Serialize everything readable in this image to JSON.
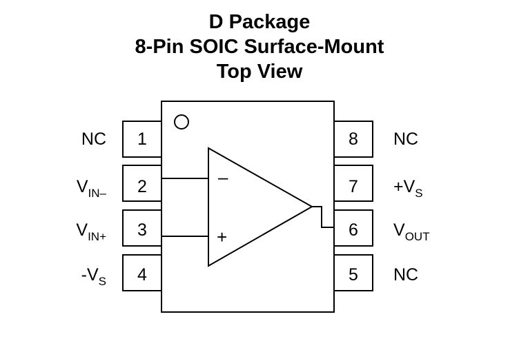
{
  "title": {
    "line1": "D Package",
    "line2": "8-Pin SOIC Surface-Mount",
    "line3": "Top View"
  },
  "pins": [
    {
      "num": "1",
      "name": "NC",
      "sub": ""
    },
    {
      "num": "2",
      "name": "V",
      "sub": "IN–"
    },
    {
      "num": "3",
      "name": "V",
      "sub": "IN+"
    },
    {
      "num": "4",
      "name": "-V",
      "sub": "S"
    },
    {
      "num": "5",
      "name": "NC",
      "sub": ""
    },
    {
      "num": "6",
      "name": "V",
      "sub": "OUT"
    },
    {
      "num": "7",
      "name": "+V",
      "sub": "S"
    },
    {
      "num": "8",
      "name": "NC",
      "sub": ""
    }
  ],
  "opamp": {
    "minus": "–",
    "plus": "+"
  }
}
